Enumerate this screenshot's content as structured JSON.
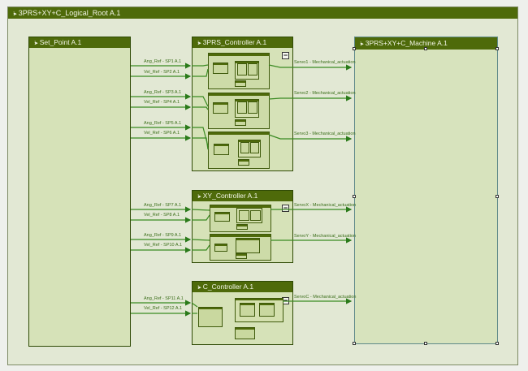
{
  "root": {
    "title": "3PRS+XY+C_Logical_Root A.1",
    "grip_icon": "drag-handle-icon"
  },
  "blocks": {
    "set_point": {
      "title": "Set_Point A.1"
    },
    "controller_3prs": {
      "title": "3PRS_Controller A.1"
    },
    "controller_xy": {
      "title": "XY_Controller A.1"
    },
    "controller_c": {
      "title": "C_Controller A.1"
    },
    "machine": {
      "title": "3PRS+XY+C_Machine A.1"
    }
  },
  "collapse_symbol": "−",
  "inputs": [
    "Ang_Ref - SP1 A.1",
    "Vel_Ref - SP2 A.1",
    "Ang_Ref - SP3 A.1",
    "Vel_Ref - SP4 A.1",
    "Ang_Ref - SP5 A.1",
    "Vel_Ref - SP6 A.1",
    "Ang_Ref - SP7 A.1",
    "Vel_Ref - SP8 A.1",
    "Ang_Ref - SP9 A.1",
    "Vel_Ref - SP10 A.1",
    "Ang_Ref - SP11 A.1",
    "Vel_Ref - SP12 A.1"
  ],
  "outputs": [
    "Servo1 - Mechanical_actuation",
    "Servo2 - Mechanical_actuation",
    "Servo3 - Mechanical_actuation",
    "ServoX - Mechanical_actuation",
    "ServoY - Mechanical_actuation",
    "ServoC - Mechanical_actuation"
  ],
  "colors": {
    "header": "#4e6a0a",
    "wire": "#2f7a1e",
    "block_fill": "#d6e2b8"
  }
}
